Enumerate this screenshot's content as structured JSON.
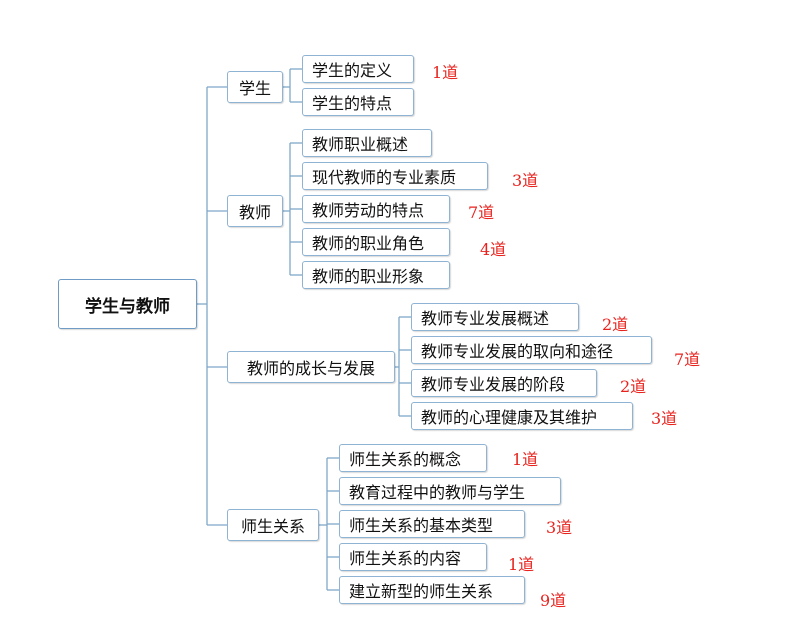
{
  "root": "学生与教师",
  "topics": [
    {
      "label": "学生",
      "items": [
        {
          "label": "学生的定义",
          "count": "1道"
        },
        {
          "label": "学生的特点",
          "count": ""
        }
      ]
    },
    {
      "label": "教师",
      "items": [
        {
          "label": "教师职业概述",
          "count": ""
        },
        {
          "label": "现代教师的专业素质",
          "count": "3道"
        },
        {
          "label": "教师劳动的特点",
          "count": "7道"
        },
        {
          "label": "教师的职业角色",
          "count": "4道"
        },
        {
          "label": "教师的职业形象",
          "count": ""
        }
      ]
    },
    {
      "label": "教师的成长与发展",
      "items": [
        {
          "label": "教师专业发展概述",
          "count": "2道"
        },
        {
          "label": "教师专业发展的取向和途径",
          "count": "7道"
        },
        {
          "label": "教师专业发展的阶段",
          "count": "2道"
        },
        {
          "label": "教师的心理健康及其维护",
          "count": "3道"
        }
      ]
    },
    {
      "label": "师生关系",
      "items": [
        {
          "label": "师生关系的概念",
          "count": "1道"
        },
        {
          "label": "教育过程中的教师与学生",
          "count": ""
        },
        {
          "label": "师生关系的基本类型",
          "count": "3道"
        },
        {
          "label": "师生关系的内容",
          "count": "1道"
        },
        {
          "label": "建立新型的师生关系",
          "count": "9道"
        }
      ]
    }
  ],
  "colors": {
    "line": "#7fa7c9",
    "count": "#e8231e",
    "border": "#8fb3d3"
  }
}
